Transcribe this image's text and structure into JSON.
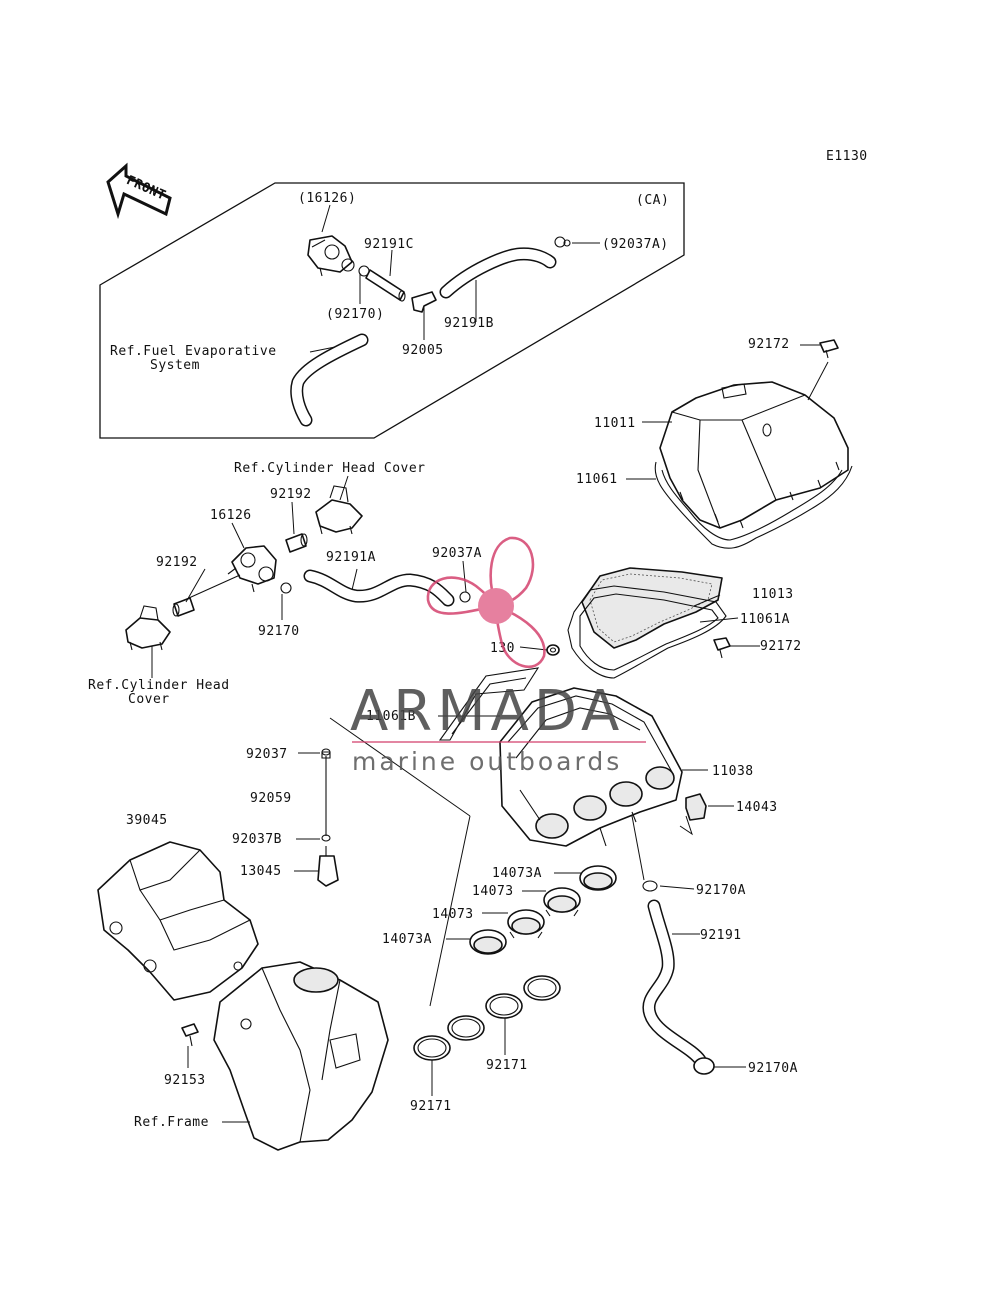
{
  "diagram": {
    "code": "E1130",
    "front_label": "FRONT",
    "ca_label": "(CA)",
    "callouts": {
      "p16126_paren": "(16126)",
      "p92191C": "92191C",
      "p92037A_paren": "(92037A)",
      "p92170_paren": "(92170)",
      "p92191B": "92191B",
      "p92005": "92005",
      "ref_fuel_1": "Ref.Fuel Evaporative",
      "ref_fuel_2": "System",
      "p92172_top": "92172",
      "p11011": "11011",
      "p11061": "11061",
      "ref_chc_top": "Ref.Cylinder Head Cover",
      "p92192_a": "92192",
      "p16126": "16126",
      "p92192_b": "92192",
      "p92191A": "92191A",
      "p92037A": "92037A",
      "p92170": "92170",
      "p11013": "11013",
      "p11061A": "11061A",
      "p92172_mid": "92172",
      "p130": "130",
      "ref_chc_1": "Ref.Cylinder Head",
      "ref_chc_2": "Cover",
      "p11061B": "11061B",
      "p92037": "92037",
      "p11038": "11038",
      "p92059": "92059",
      "p14043": "14043",
      "p39045": "39045",
      "p92037B": "92037B",
      "p13045": "13045",
      "p14073A_a": "14073A",
      "p14073_a": "14073",
      "p92170A_a": "92170A",
      "p14073_b": "14073",
      "p92191": "92191",
      "p14073A_b": "14073A",
      "p92153": "92153",
      "p92171_a": "92171",
      "p92170A_b": "92170A",
      "p92171_b": "92171",
      "ref_frame": "Ref.Frame"
    }
  },
  "watermark": {
    "brand": "ARMADA",
    "tagline": "marine outboards",
    "color": "#d4426e"
  }
}
